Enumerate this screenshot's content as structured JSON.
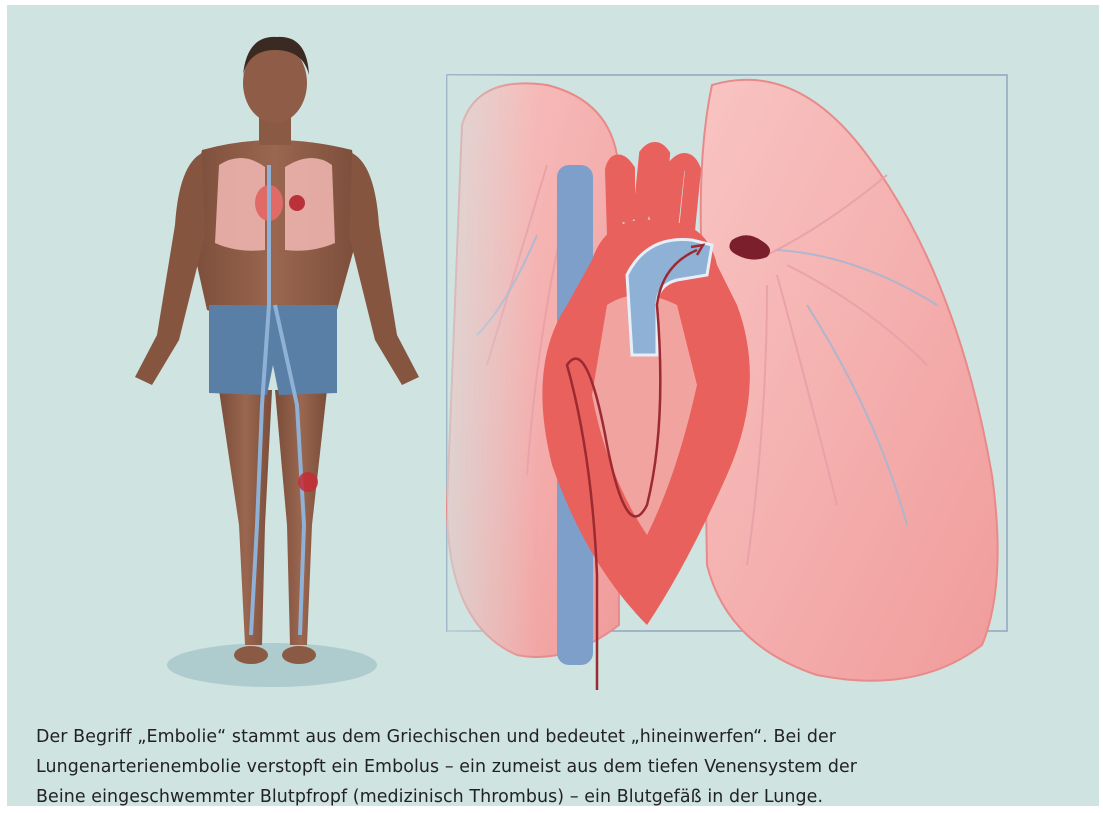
{
  "caption": {
    "lines": [
      "Der Begriff „Embolie“ stammt aus dem Griechischen und bedeutet „hineinwerfen“. Bei der",
      "Lungenarterienembolie verstopft ein Embolus – ein zumeist aus dem tiefen Venensystem der",
      "Beine eingeschwemmter Blutpfropf (medizinisch Thrombus) – ein Blutgefäß in der Lunge."
    ]
  },
  "colors": {
    "background": "#cfe3e1",
    "skin": "#8a5a45",
    "shorts": "#5a7fa6",
    "lung": "#f4a9a8",
    "heart": "#e8615c",
    "vein": "#6f93c2",
    "clot": "#7a1f2b"
  },
  "icons": [
    "human-figure-illustration",
    "lung-heart-illustration",
    "blood-clot-icon"
  ]
}
